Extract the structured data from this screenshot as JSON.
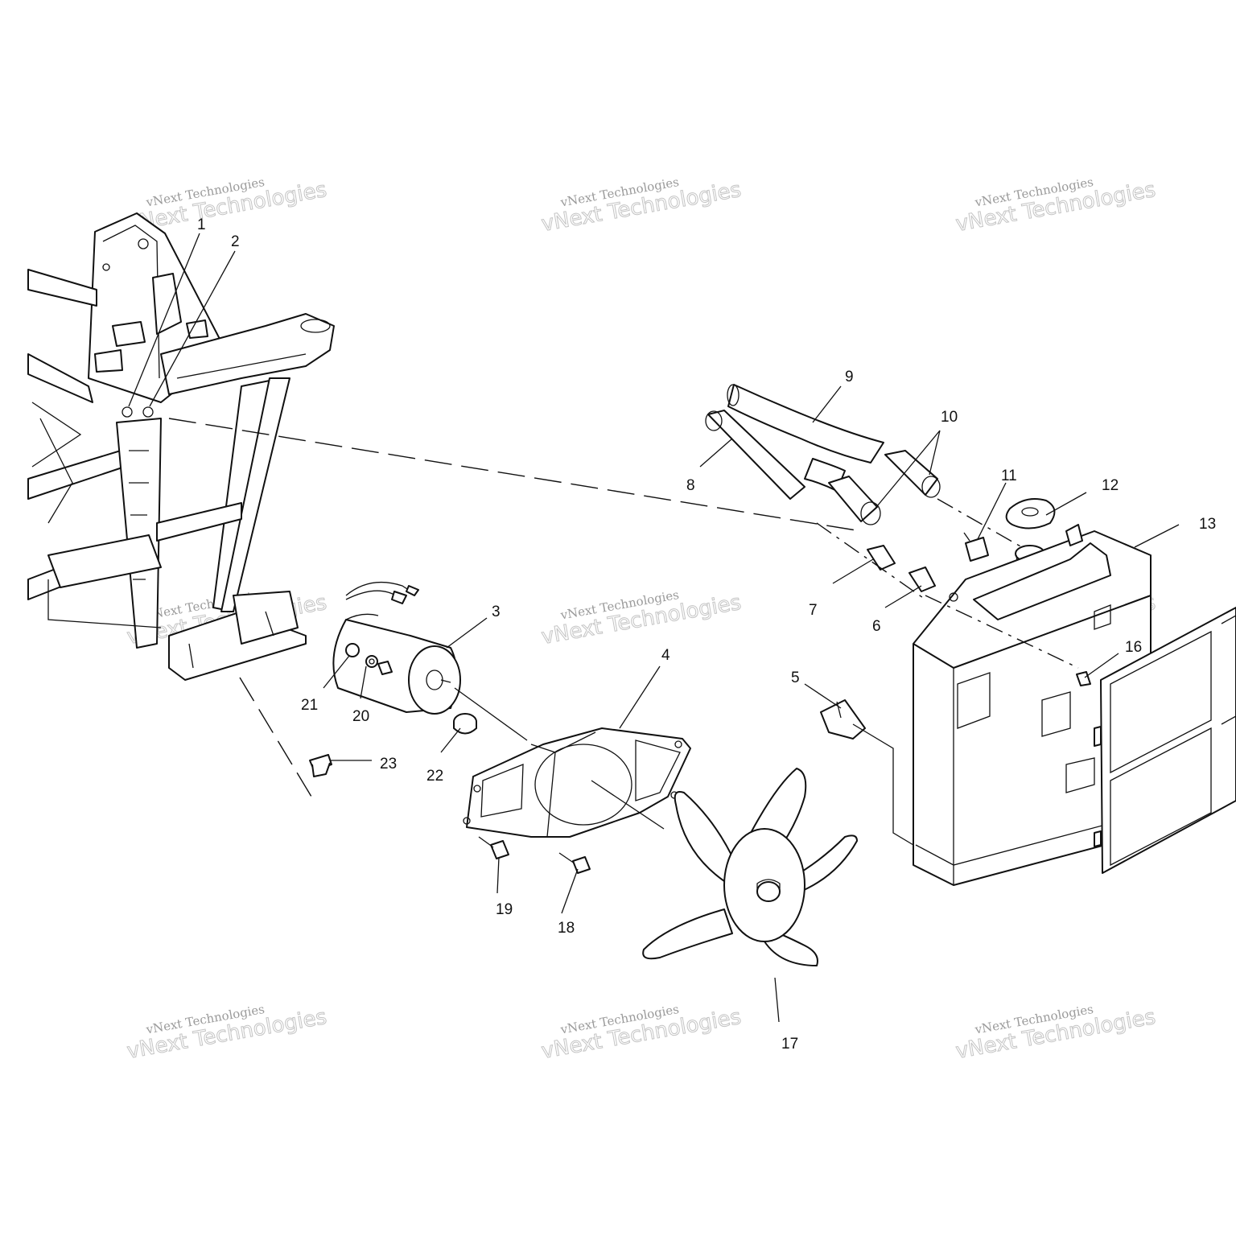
{
  "watermark": {
    "line1": "vNext Technologies",
    "line2": "vNext Technologies"
  },
  "callouts": {
    "c1": "1",
    "c2": "2",
    "c3": "3",
    "c4": "4",
    "c5": "5",
    "c6": "6",
    "c7": "7",
    "c8": "8",
    "c9": "9",
    "c10": "10",
    "c11": "11",
    "c12": "12",
    "c13": "13",
    "c16": "16",
    "c17": "17",
    "c18": "18",
    "c19": "19",
    "c20": "20",
    "c21": "21",
    "c22": "22",
    "c23": "23"
  },
  "parts": {
    "frame": "frame-icon",
    "fan_motor": "fan-motor-icon",
    "shroud": "fan-shroud-icon",
    "fan_blade": "fan-blade-icon",
    "radiator": "radiator-icon",
    "screen": "radiator-screen-icon"
  }
}
